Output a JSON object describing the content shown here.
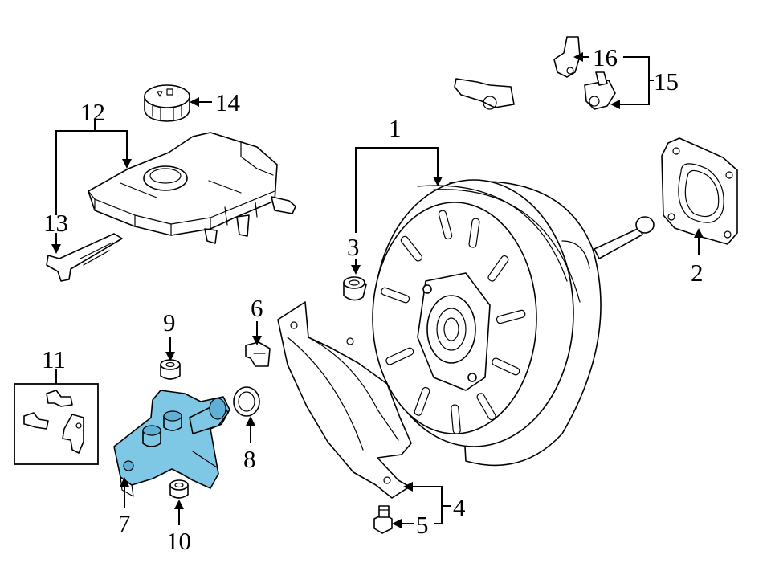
{
  "diagram": {
    "highlight_color": "#7ec8e6",
    "callouts": {
      "c1": "1",
      "c2": "2",
      "c3": "3",
      "c4": "4",
      "c5": "5",
      "c6": "6",
      "c7": "7",
      "c8": "8",
      "c9": "9",
      "c10": "10",
      "c11": "11",
      "c12": "12",
      "c13": "13",
      "c14": "14",
      "c15": "15",
      "c16": "16"
    },
    "parts": [
      {
        "id": "brake-booster",
        "callout": "1"
      },
      {
        "id": "booster-gasket",
        "callout": "2"
      },
      {
        "id": "booster-grommet",
        "callout": "3"
      },
      {
        "id": "heat-shield",
        "callout": "4"
      },
      {
        "id": "shield-bolt",
        "callout": "5"
      },
      {
        "id": "clip",
        "callout": "6"
      },
      {
        "id": "master-cylinder",
        "callout": "7",
        "highlighted": true
      },
      {
        "id": "o-ring",
        "callout": "8"
      },
      {
        "id": "reservoir-grommet-upper",
        "callout": "9"
      },
      {
        "id": "reservoir-grommet-lower",
        "callout": "10"
      },
      {
        "id": "hardware-kit",
        "callout": "11"
      },
      {
        "id": "fluid-reservoir",
        "callout": "12"
      },
      {
        "id": "level-sensor",
        "callout": "13"
      },
      {
        "id": "reservoir-cap",
        "callout": "14"
      },
      {
        "id": "vacuum-sensor-harness",
        "callout": "15"
      },
      {
        "id": "vacuum-sensor",
        "callout": "16"
      }
    ]
  }
}
